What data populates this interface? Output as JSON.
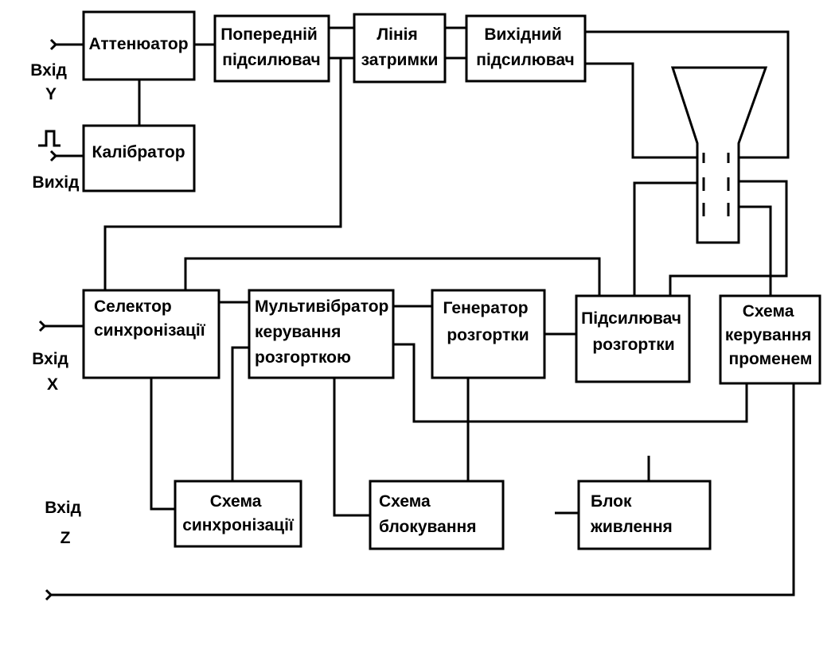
{
  "blocks": {
    "attenuator": [
      "Аттенюатор"
    ],
    "preamp": [
      "Попередній",
      "підсилювач"
    ],
    "delay_line": [
      "Лінія",
      "затримки"
    ],
    "output_amp": [
      "Вихідний",
      "підсилювач"
    ],
    "calibrator": [
      "Калібратор"
    ],
    "sync_selector": [
      "Селектор",
      "синхронізації"
    ],
    "sweep_multivibrator": [
      "Мультивібратор",
      "керування",
      "розгорткою"
    ],
    "sweep_generator": [
      "Генератор",
      "розгортки"
    ],
    "sweep_amplifier": [
      "Підсилювач",
      "розгортки"
    ],
    "beam_control": [
      "Схема",
      "керування",
      "променем"
    ],
    "sync_circuit": [
      "Схема",
      "синхронізації"
    ],
    "blocking_circuit": [
      "Схема",
      "блокування"
    ],
    "power_supply": [
      "Блок",
      "живлення"
    ]
  },
  "io_labels": {
    "input_y": [
      "Вхід",
      "Y"
    ],
    "output_cal": [
      "Вихід"
    ],
    "input_x": [
      "Вхід",
      "X"
    ],
    "input_z": [
      "Вхід",
      "Z"
    ]
  },
  "colors": {
    "line": "#000000",
    "background": "#ffffff"
  }
}
